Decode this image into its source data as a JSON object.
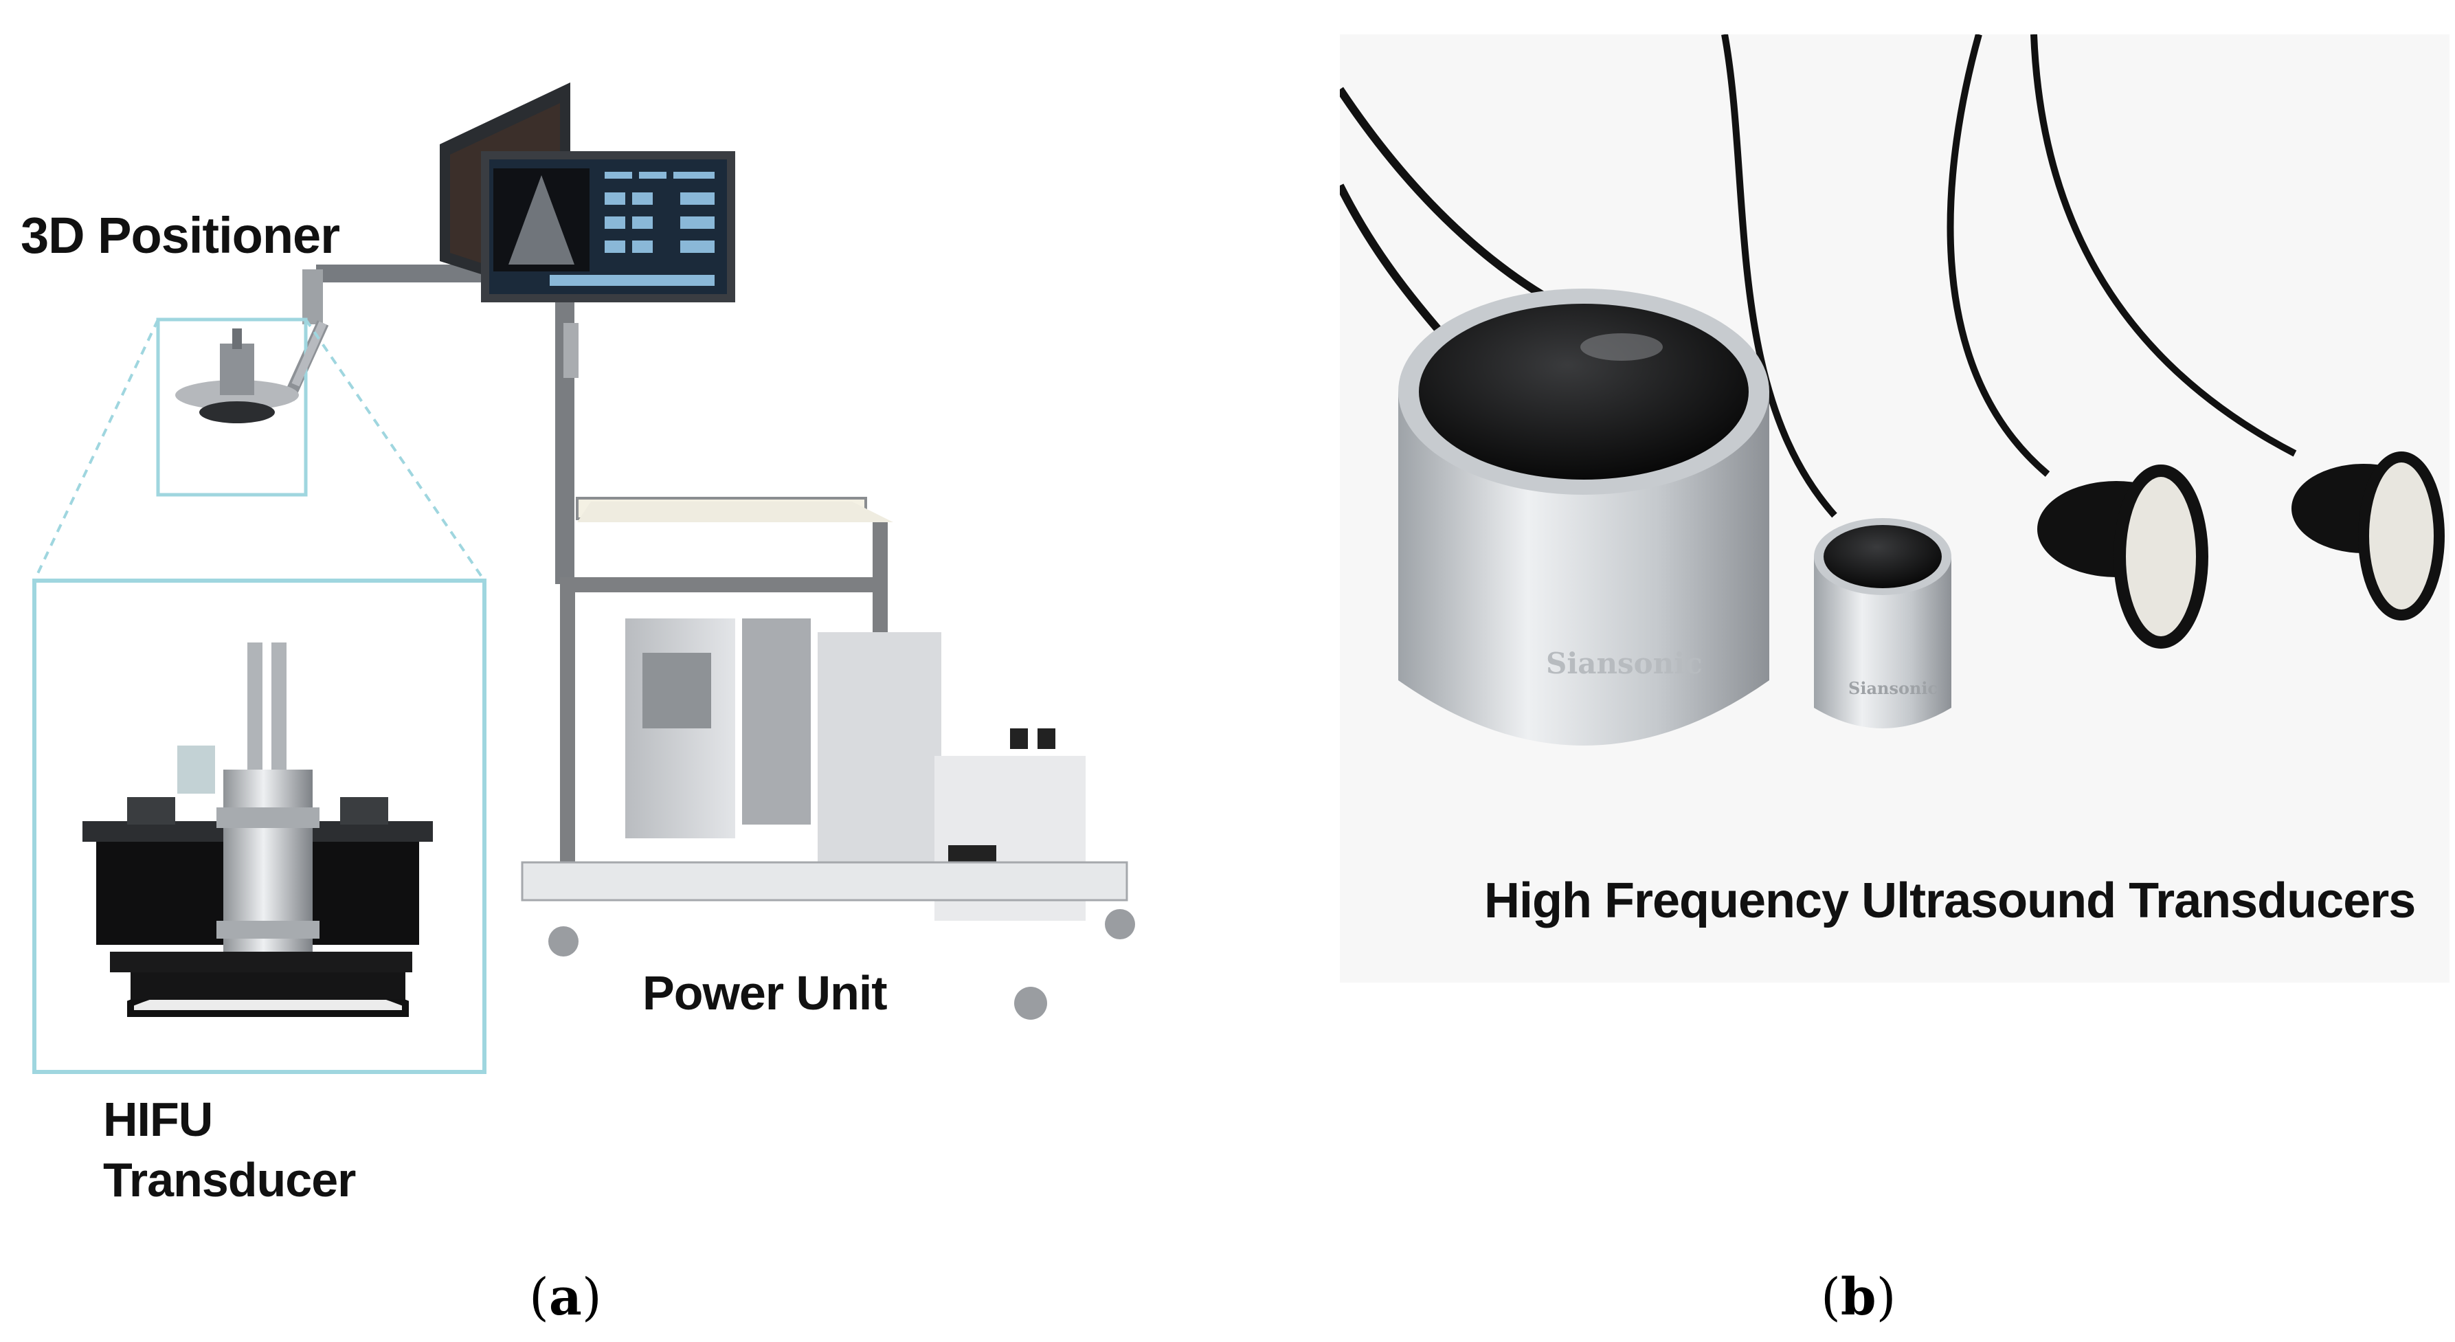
{
  "panel_a": {
    "label_positioner": "3D Positioner",
    "label_power_unit": "Power Unit",
    "label_hifu_line1": "HIFU",
    "label_hifu_line2": "Transducer",
    "caption_open": "(",
    "caption_letter": "a",
    "caption_close": ")"
  },
  "panel_b": {
    "title": "High Frequency Ultrasound Transducers",
    "brand_text": "Siansonic",
    "caption_open": "(",
    "caption_letter": "b",
    "caption_close": ")"
  },
  "colors": {
    "callout_frame": "#9fd6df",
    "transducer_black": "#141414",
    "steel": "#c9cccf",
    "cart_frame": "#7d7f82",
    "monitor_screen": "#1b2a3a"
  }
}
